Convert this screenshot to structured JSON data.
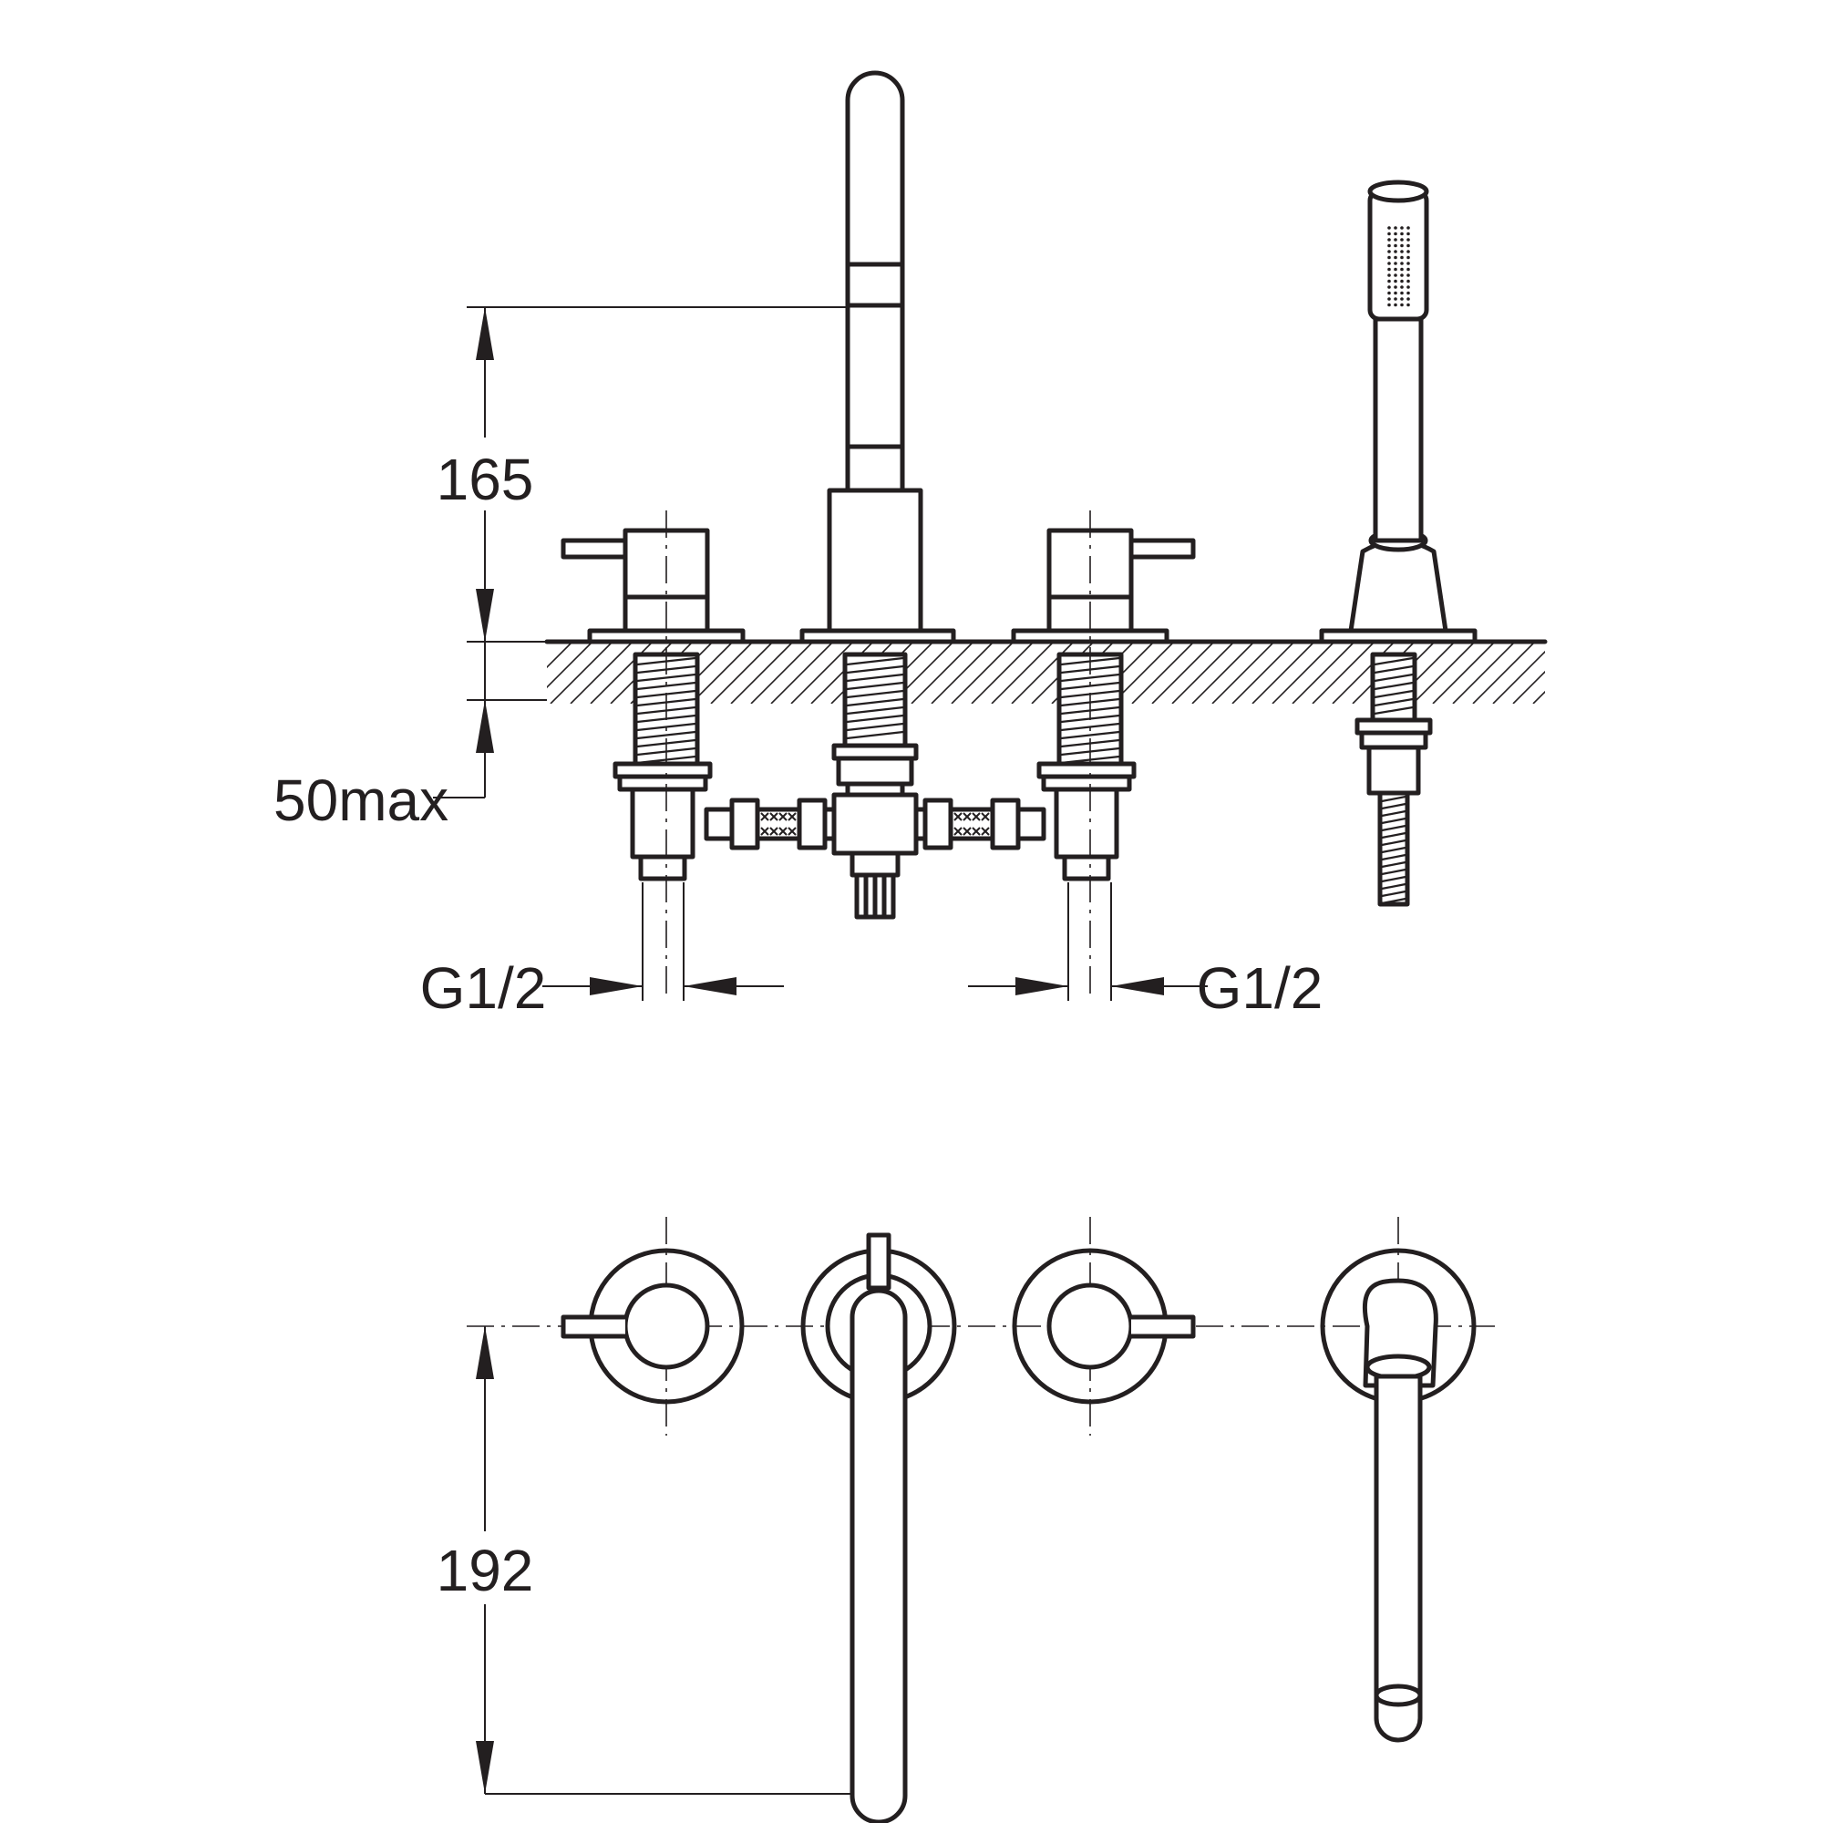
{
  "dimensions": {
    "spout_height": "165",
    "max_deck_thickness": "50max",
    "connection_left": "G1/2",
    "connection_right": "G1/2",
    "spout_reach": "192"
  },
  "colors": {
    "line": "#231f20",
    "background": "#ffffff"
  }
}
